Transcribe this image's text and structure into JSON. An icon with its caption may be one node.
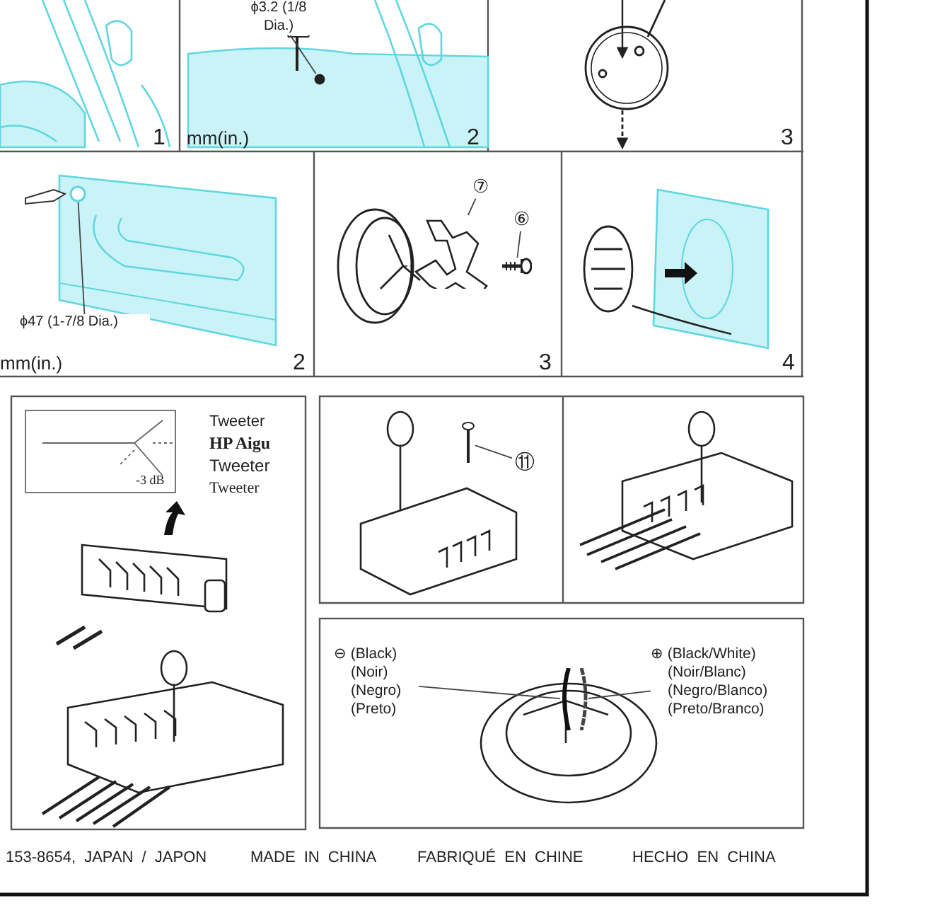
{
  "diagram": {
    "nodes": [
      {
        "text": [
          "ϕ3.2 (1/8 Dia.)"
        ]
      },
      {
        "text": [],
        "shape": "circle"
      },
      {
        "text": [
          "ϕ47 (1-7/8 Dia.)"
        ]
      },
      {
        "text": [],
        "shape": "circle"
      },
      {
        "text": [
          "⑦"
        ]
      },
      {
        "text": [],
        "shape": "picture"
      },
      {
        "text": [
          "⑥"
        ]
      },
      {
        "text": [],
        "shape": "picture"
      },
      {
        "text": [
          "⑪"
        ]
      },
      {
        "text": [],
        "shape": "picture"
      },
      {
        "text": [
          "⊖ (Black) (Noir) (Negro) (Preto)"
        ]
      },
      {
        "text": [],
        "shape": "picture"
      },
      {
        "text": [
          "⊕ (Black/White) (Noir/Blanc) (Negro/Blanco) (Preto/Branco)"
        ]
      },
      {
        "text": [],
        "shape": "picture"
      }
    ],
    "edges": [
      {
        "from": 0,
        "to": 1,
        "arrow": "none"
      },
      {
        "from": 2,
        "to": 3,
        "arrow": "none"
      },
      {
        "from": 4,
        "to": 5,
        "arrow": "none"
      },
      {
        "from": 6,
        "to": 7,
        "arrow": "none"
      },
      {
        "from": 8,
        "to": 9,
        "arrow": "none"
      },
      {
        "from": 10,
        "to": 11,
        "arrow": "none"
      },
      {
        "from": 12,
        "to": 13,
        "arrow": "none"
      }
    ],
    "labels": [
      "1",
      "mm(in.)",
      "2",
      "3",
      "mm(in.)",
      "2",
      "3",
      "4",
      "Tweeter",
      "HP Aigu",
      "Tweeter",
      "-3 dB",
      "Tweeter",
      "153-8654, JAPAN / JAPON",
      "MADE IN CHINA",
      "FABRIQUÉ EN CHINE",
      "HECHO EN CHINA"
    ]
  }
}
